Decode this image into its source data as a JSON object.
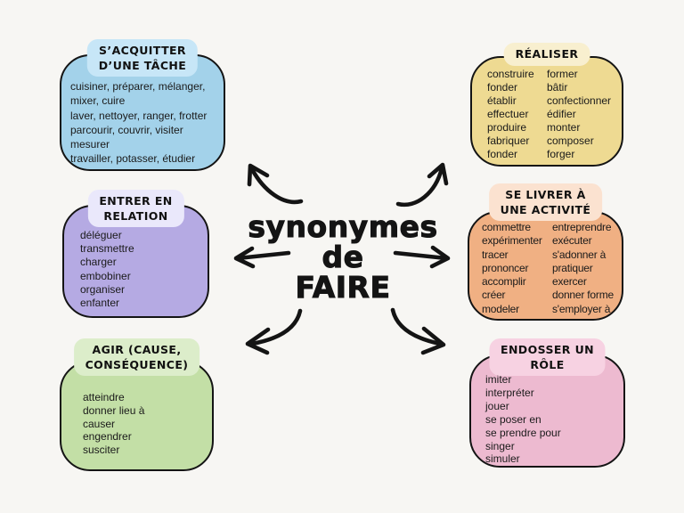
{
  "background": "#f7f6f3",
  "ink": "#141414",
  "title": {
    "lines": [
      "synonymes",
      "de",
      "FAIRE"
    ]
  },
  "boxes": {
    "task": {
      "label_lines": [
        "S’ACQUITTER",
        "D’UNE TÂCHE"
      ],
      "fill": "#a3d2ea",
      "label_fill": "#c7e6f7",
      "lines": [
        "cuisiner, préparer, mélanger,",
        "mixer, cuire",
        "laver, nettoyer, ranger, frotter",
        "parcourir, couvrir, visiter",
        "mesurer",
        "travailler, potasser, étudier"
      ]
    },
    "relation": {
      "label_lines": [
        "ENTRER EN",
        "RELATION"
      ],
      "fill": "#b5aae3",
      "label_fill": "#eae8fb",
      "lines": [
        "déléguer",
        "transmettre",
        "charger",
        "embobiner",
        "organiser",
        "enfanter"
      ]
    },
    "agir": {
      "label_lines": [
        "AGIR (CAUSE,",
        "CONSÉQUENCE)"
      ],
      "fill": "#c3dfa6",
      "label_fill": "#dcedca",
      "lines": [
        "atteindre",
        "donner lieu à",
        "causer",
        "engendrer",
        "susciter"
      ]
    },
    "realiser": {
      "label_lines": [
        "RÉALISER"
      ],
      "fill": "#eeda92",
      "label_fill": "#f8efcf",
      "col1": [
        "construire",
        "fonder",
        "établir",
        "effectuer",
        "produire",
        "fabriquer",
        "fonder"
      ],
      "col2": [
        "former",
        "bâtir",
        "confectionner",
        "édifier",
        "monter",
        "composer",
        "forger"
      ]
    },
    "activite": {
      "label_lines": [
        "SE LIVRER À",
        "UNE ACTIVITÉ"
      ],
      "fill": "#f0b083",
      "label_fill": "#fbe2d0",
      "col1": [
        "commettre",
        "expérimenter",
        "tracer",
        "prononcer",
        "accomplir",
        "créer",
        "modeler"
      ],
      "col2": [
        "entreprendre",
        "exécuter",
        "s'adonner à",
        "pratiquer",
        "exercer",
        "donner forme",
        "s'employer à"
      ]
    },
    "role": {
      "label_lines": [
        "ENDOSSER UN",
        "RÔLE"
      ],
      "fill": "#edbad0",
      "label_fill": "#f7d2e2",
      "lines": [
        "imiter",
        "interpréter",
        "jouer",
        "se poser en",
        "se prendre pour",
        "singer",
        "simuler"
      ]
    }
  }
}
